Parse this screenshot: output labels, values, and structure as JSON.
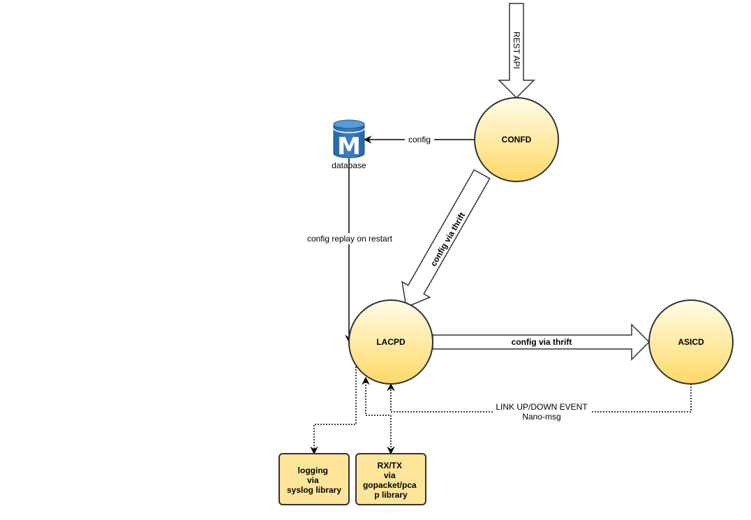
{
  "nodes": {
    "confd": "CONFD",
    "lacpd": "LACPD",
    "asicd": "ASICD",
    "database": "database",
    "database_glyph": "M",
    "logging": [
      "logging",
      "via",
      "syslog library"
    ],
    "rxtx": [
      "RX/TX",
      "via",
      "gopacket/pca",
      "p library"
    ]
  },
  "edges": {
    "rest_api": "REST API",
    "config": "config",
    "config_replay": "config replay on restart",
    "confd_to_lacpd": "config via thrift",
    "lacpd_to_asicd": "config via thrift",
    "link_event_line1": "LINK UP/DOWN EVENT",
    "link_event_line2": "Nano-msg"
  },
  "colors": {
    "node_fill_top": "#fffce8",
    "node_fill_bottom": "#ffd966",
    "box_fill": "#ffe599",
    "stroke": "#333333",
    "database_blue": "#2f72b8"
  }
}
